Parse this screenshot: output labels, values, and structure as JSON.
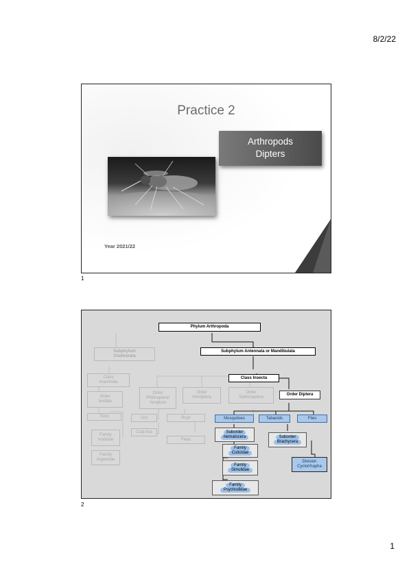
{
  "header": {
    "date": "8/2/22"
  },
  "footer": {
    "page_number": "1"
  },
  "slide1": {
    "number": "1",
    "title": "Practice  2",
    "subtitle_line1": "Arthropods",
    "subtitle_line2": "Dipters",
    "year": "Year 2021/22"
  },
  "slide2": {
    "number": "2",
    "phylum": "Phylum  Arthropoda",
    "subphylum_antennata": "Subphylum  Antennata or Mandibulata",
    "subphylum_chelicerata_1": "Subphylum",
    "subphylum_chelicerata_2": "Chelicerata",
    "class_arachnida_1": "Class",
    "class_arachnida_2": "Arachnida",
    "class_insecta": "Class Insecta",
    "order_ixodida_1": "Order",
    "order_ixodida_2": "Ixodida",
    "order_phthiraptera_1": "Order",
    "order_phthiraptera_2": "Phthiraptera/",
    "order_phthiraptera_3": "Anoplura",
    "order_hemiptera_1": "Order",
    "order_hemiptera_2": "Hemiptera",
    "order_siphonaptera_1": "Order",
    "order_siphonaptera_2": "Siphonaptera",
    "order_diptera": "Order Diptera",
    "ticks": "Ticks",
    "lice": "Lice",
    "crab_lice": "Crab lice",
    "bugs": "Bugs",
    "fleas": "Fleas",
    "family_ixodidae_1": "Family",
    "family_ixodidae_2": "Ixodidae",
    "family_argasidae_1": "Family",
    "family_argasidae_2": "Argasidae",
    "mosquitoes": "Mosquitoes",
    "tabanids": "Tabanids",
    "flies": "Flies",
    "suborder_nematocera_1": "Suborder",
    "suborder_nematocera_2": "Nematocera",
    "suborder_brachycera_1": "Suborder",
    "suborder_brachycera_2": "Brachycera",
    "family_culicidae_1": "Family",
    "family_culicidae_2": "Culicidae",
    "family_simulidae_1": "Family",
    "family_simulidae_2": "Simulidae",
    "family_psychodidae_1": "Family",
    "family_psychodidae_2": "Psychodidae",
    "division_1": "Division",
    "division_2": "Cyclorrhapha"
  }
}
